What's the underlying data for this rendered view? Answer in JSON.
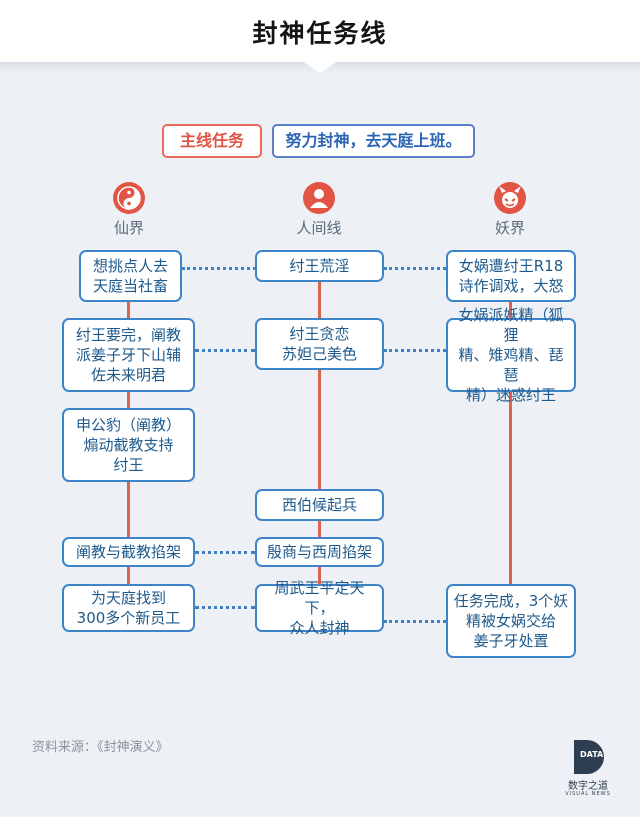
{
  "title": "封神任务线",
  "legend": {
    "main": "主线任务",
    "desc": "努力封神，去天庭上班。"
  },
  "columns": [
    {
      "label": "仙界",
      "icon": "yin-yang-icon",
      "color": "#e25545"
    },
    {
      "label": "人间线",
      "icon": "person-icon",
      "color": "#e25545"
    },
    {
      "label": "妖界",
      "icon": "demon-icon",
      "color": "#e25545"
    }
  ],
  "nodes": {
    "left": [
      "想挑点人去\n天庭当社畜",
      "纣王要完，阐教\n派姜子牙下山辅\n佐未来明君",
      "申公豹（阐教）\n煽动截教支持\n纣王",
      "阐教与截教掐架",
      "为天庭找到\n300多个新员工"
    ],
    "middle": [
      "纣王荒淫",
      "纣王贪恋\n苏妲己美色",
      "西伯候起兵",
      "殷商与西周掐架",
      "周武王平定天下，\n众人封神"
    ],
    "right": [
      "女娲遭纣王R18\n诗作调戏，大怒",
      "女娲派妖精（狐狸\n精、雉鸡精、琵琶\n精）迷惑纣王",
      "任务完成，3个妖\n精被女娲交给\n姜子牙处置"
    ]
  },
  "source": "资料来源：《封神演义》",
  "logo": {
    "mark": "DATA",
    "name": "数字之道",
    "tagline": "VISUAL NEWS"
  },
  "colors": {
    "main_line": "#e2604f",
    "node_border": "#3f83c9",
    "text": "#1e5a8c",
    "background": "#edf1f5"
  }
}
